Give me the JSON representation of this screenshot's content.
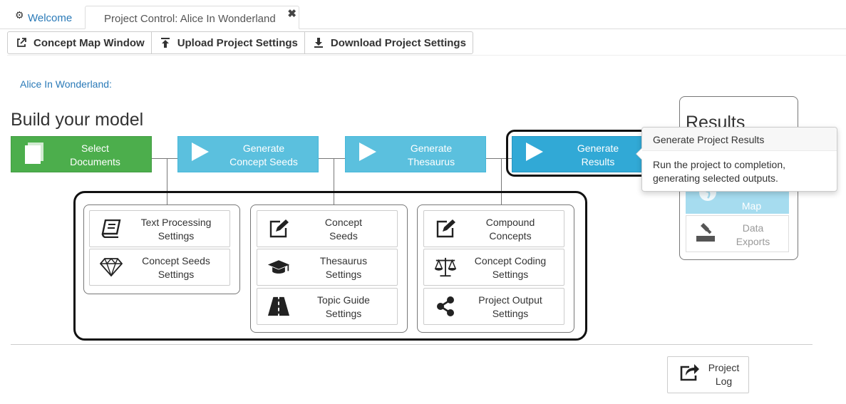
{
  "tabs": {
    "welcome": "Welcome",
    "project": "Project Control: Alice In Wonderland"
  },
  "toolbar": {
    "concept_map": "Concept Map Window",
    "upload": "Upload Project Settings",
    "download": "Download Project Settings"
  },
  "breadcrumb": "Alice In Wonderland:",
  "page_title": "Build your model",
  "main_buttons": {
    "select": [
      "Select",
      "Documents"
    ],
    "seeds": [
      "Generate",
      "Concept Seeds"
    ],
    "thesaurus": [
      "Generate",
      "Thesaurus"
    ],
    "results": [
      "Generate",
      "Results"
    ]
  },
  "settings": {
    "text_processing": [
      "Text Processing",
      "Settings"
    ],
    "concept_seeds": [
      "Concept Seeds",
      "Settings"
    ],
    "concept_seeds_btn": [
      "Concept",
      "Seeds"
    ],
    "thesaurus": [
      "Thesaurus",
      "Settings"
    ],
    "topic_guide": [
      "Topic Guide",
      "Settings"
    ],
    "compound": [
      "Compound",
      "Concepts"
    ],
    "coding": [
      "Concept Coding",
      "Settings"
    ],
    "output": [
      "Project Output",
      "Settings"
    ]
  },
  "results_panel": {
    "title": "Results",
    "map": "Map",
    "exports": [
      "Data",
      "Exports"
    ]
  },
  "tooltip": {
    "title": "Generate Project Results",
    "body": "Run the project to completion, generating selected outputs."
  },
  "project_log": [
    "Project",
    "Log"
  ],
  "colors": {
    "green": "#4cae4c",
    "teal": "#5bc0de",
    "active": "#31a9d6",
    "link": "#2a7ab8"
  }
}
